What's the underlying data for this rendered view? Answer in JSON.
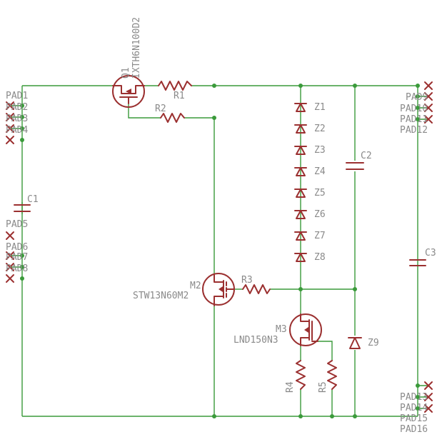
{
  "labels": {
    "q1_ref": "Q1",
    "q1_part": "IXTH6N100D2",
    "r1": "R1",
    "r2": "R2",
    "r3": "R3",
    "r4": "R4",
    "r5": "R5",
    "c1": "C1",
    "c2": "C2",
    "c3": "C3",
    "m2_ref": "M2",
    "m2_part": "STW13N60M2",
    "m3_ref": "M3",
    "m3_part": "LND150N3",
    "z1": "Z1",
    "z2": "Z2",
    "z3": "Z3",
    "z4": "Z4",
    "z5": "Z5",
    "z6": "Z6",
    "z7": "Z7",
    "z8": "Z8",
    "z9": "Z9",
    "pad1": "PAD1",
    "pad2": "PAD2",
    "pad3": "PAD3",
    "pad4": "PAD4",
    "pad5": "PAD5",
    "pad6": "PAD6",
    "pad7": "PAD7",
    "pad8": "PAD8",
    "pad9": "PAD9",
    "pad10": "PAD10",
    "pad11": "PAD11",
    "pad12": "PAD12",
    "pad13": "PAD13",
    "pad14": "PAD14",
    "pad15": "PAD15",
    "pad16": "PAD16"
  },
  "colors": {
    "wire": "#3a9a3a",
    "component": "#9b3030",
    "label": "#8a8a8a"
  }
}
